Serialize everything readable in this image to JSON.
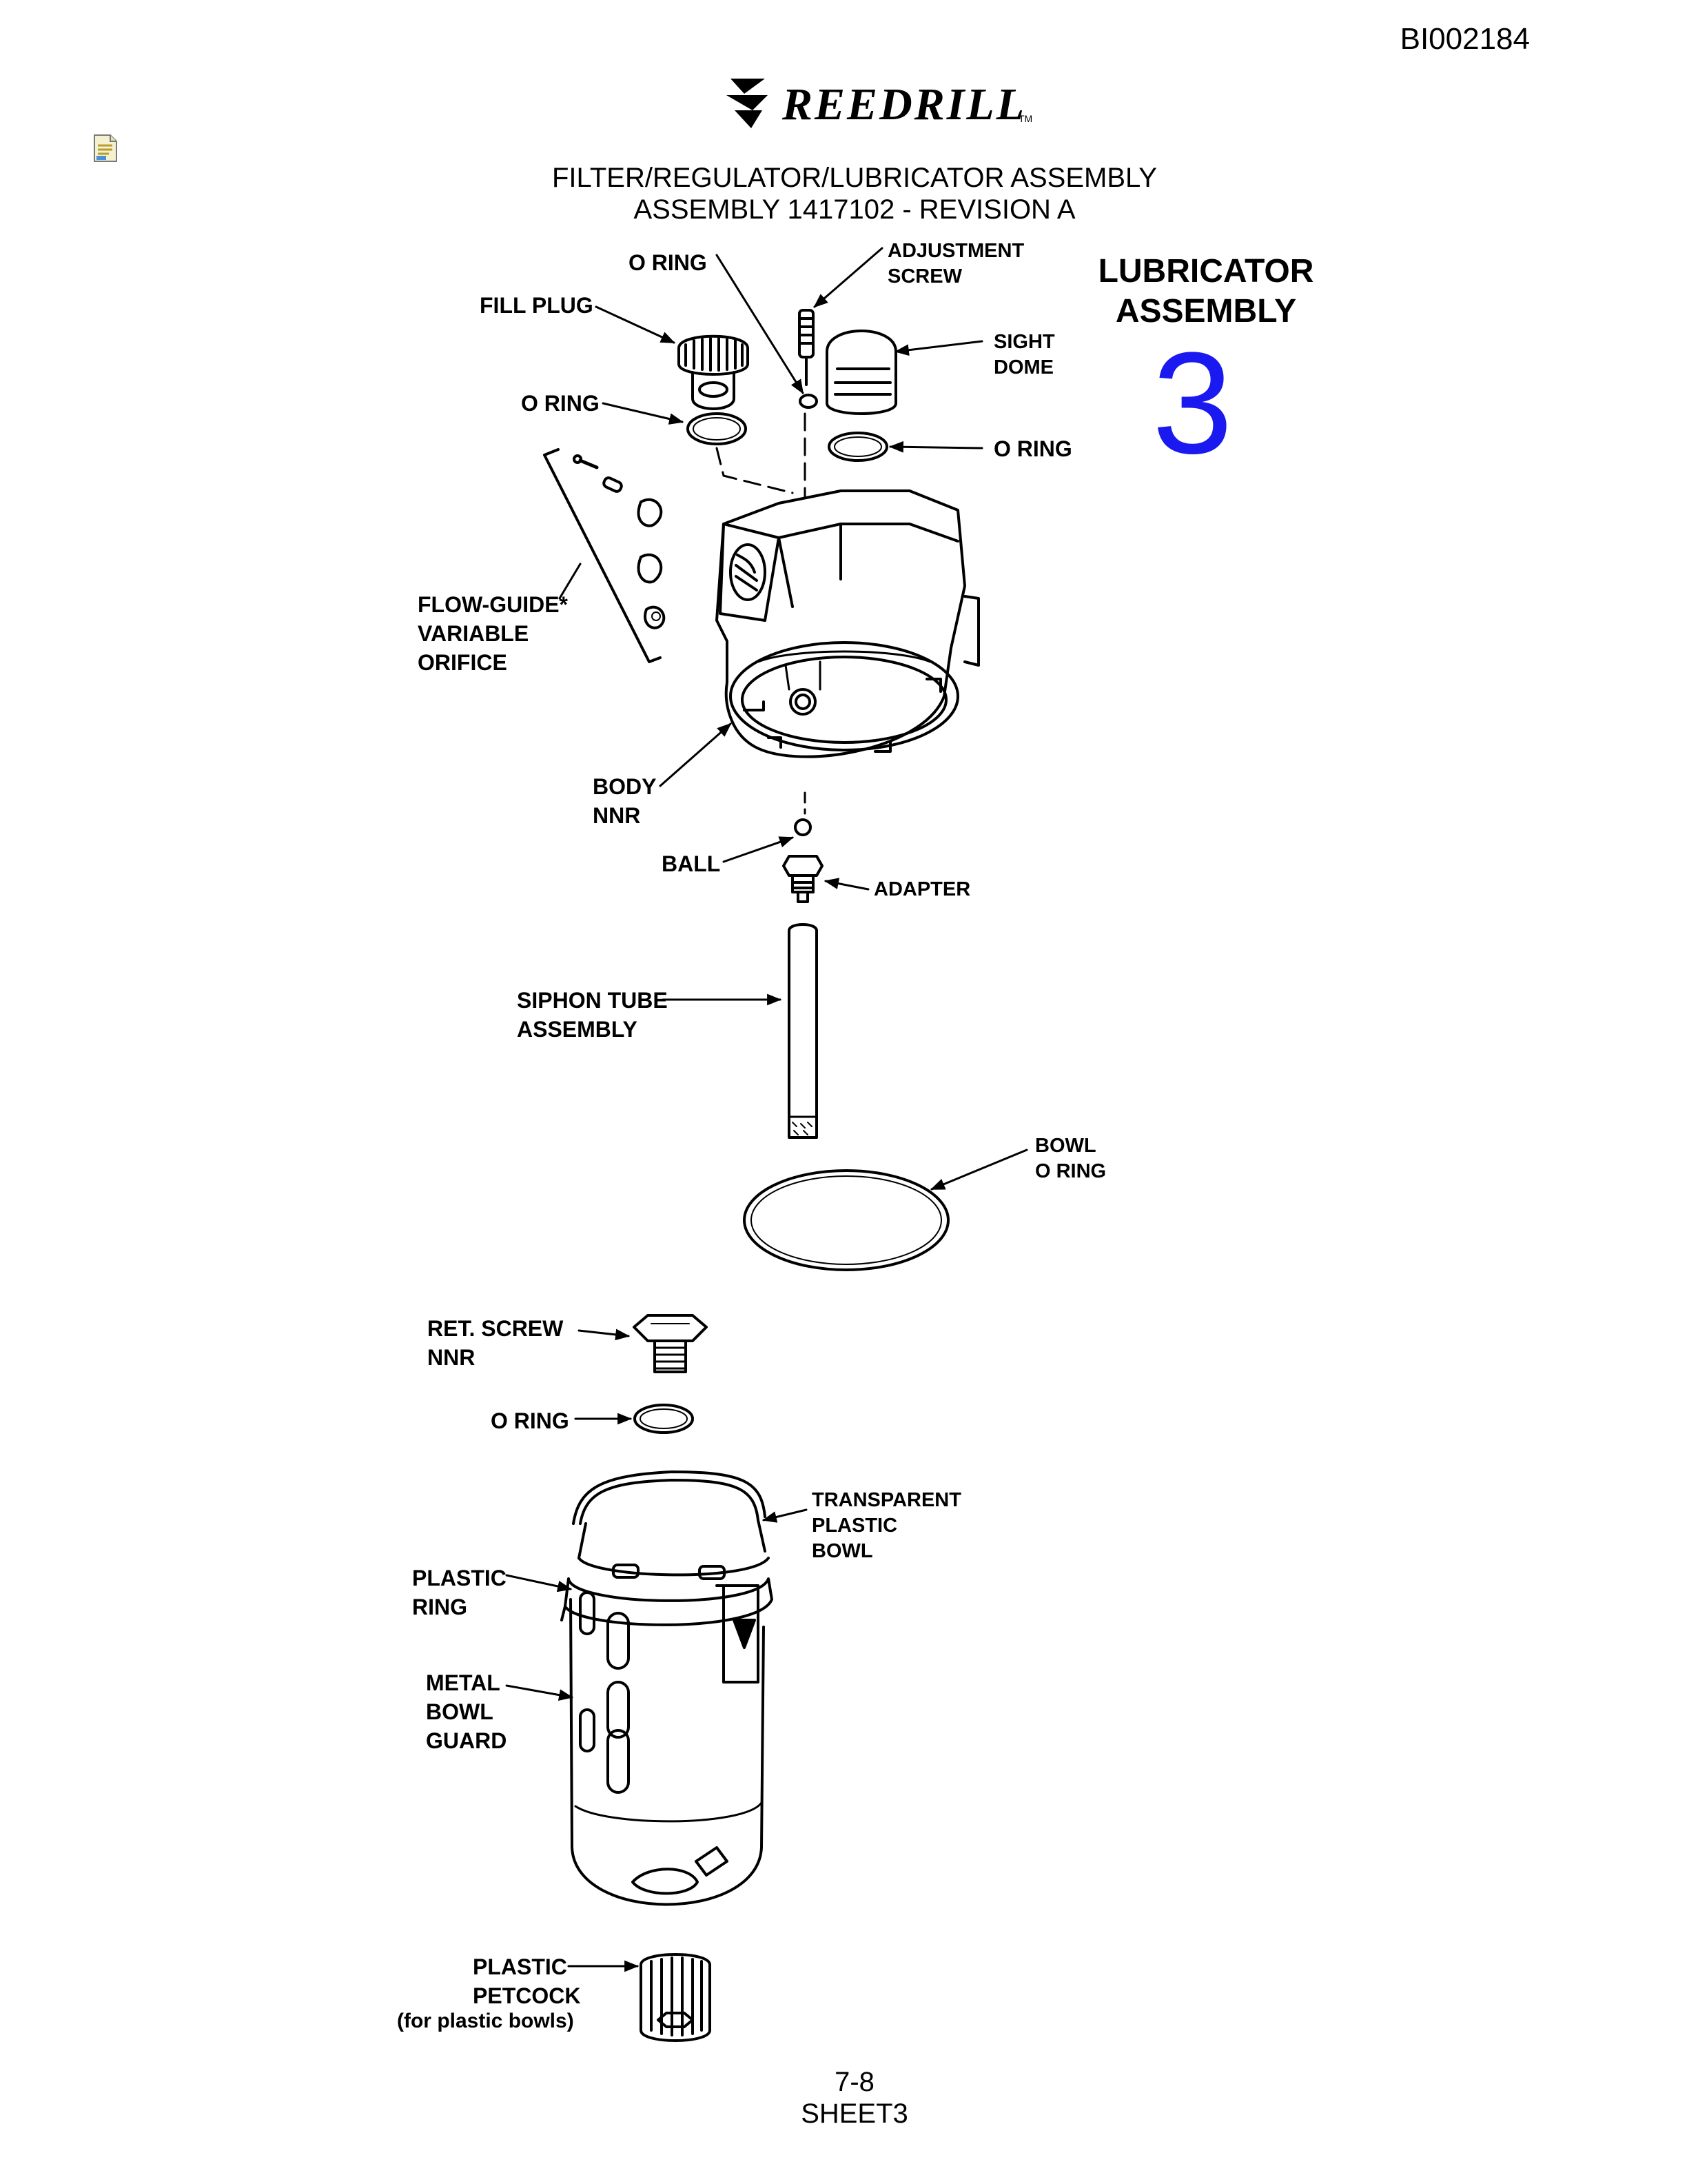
{
  "header": {
    "doc_id": "BI002184",
    "brand": "REEDRILL",
    "trademark": "TM",
    "title_line1": "FILTER/REGULATOR/LUBRICATOR ASSEMBLY",
    "title_line2": "ASSEMBLY 1417102 - REVISION A"
  },
  "assembly": {
    "line1": "LUBRICATOR",
    "line2": "ASSEMBLY",
    "number": "3",
    "number_color": "#1a1af0"
  },
  "icons": [
    "note-icon",
    "reedrill-logo-icon"
  ],
  "labels": {
    "adjustment_screw": [
      "ADJUSTMENT",
      "SCREW"
    ],
    "o_ring_top": "O RING",
    "fill_plug": "FILL PLUG",
    "sight_dome": [
      "SIGHT",
      "DOME"
    ],
    "o_ring_left": "O RING",
    "o_ring_right": "O RING",
    "flow_guide": [
      "FLOW-GUIDE*",
      "VARIABLE",
      "ORIFICE"
    ],
    "body": [
      "BODY",
      "NNR"
    ],
    "ball": "BALL",
    "adapter": "ADAPTER",
    "siphon_tube": [
      "SIPHON TUBE",
      "ASSEMBLY"
    ],
    "bowl_o_ring": [
      "BOWL",
      "O RING"
    ],
    "ret_screw": [
      "RET. SCREW",
      "NNR"
    ],
    "o_ring_lower": "O RING",
    "transparent_bowl": [
      "TRANSPARENT",
      "PLASTIC",
      "BOWL"
    ],
    "plastic_ring": [
      "PLASTIC",
      "RING"
    ],
    "metal_bowl_guard": [
      "METAL",
      "BOWL",
      "GUARD"
    ],
    "plastic_petcock": [
      "PLASTIC",
      "PETCOCK",
      "(for plastic bowls)"
    ]
  },
  "footer": {
    "page": "7-8",
    "sheet": "SHEET3"
  }
}
